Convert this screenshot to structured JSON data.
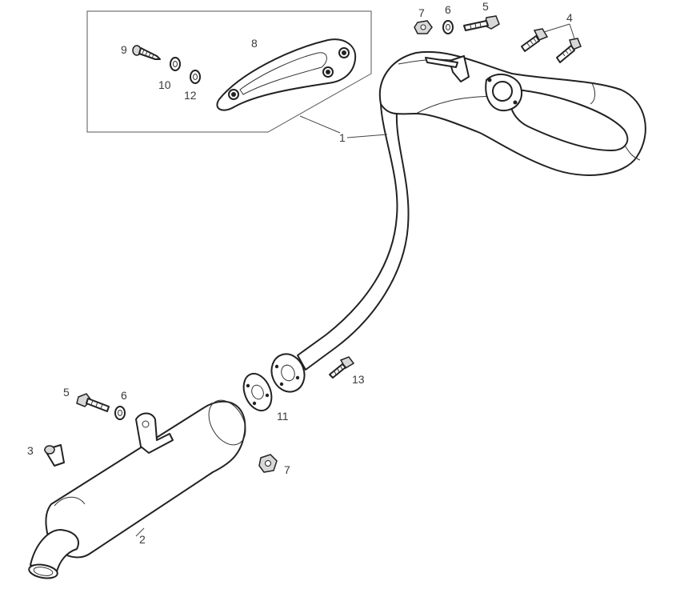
{
  "callouts": {
    "c1": "1",
    "c2": "2",
    "c3": "3",
    "c4": "4",
    "c5a": "5",
    "c5b": "5",
    "c6a": "6",
    "c6b": "6",
    "c7a": "7",
    "c7b": "7",
    "c8": "8",
    "c9": "9",
    "c10": "10",
    "c11": "11",
    "c12": "12",
    "c13": "13"
  }
}
